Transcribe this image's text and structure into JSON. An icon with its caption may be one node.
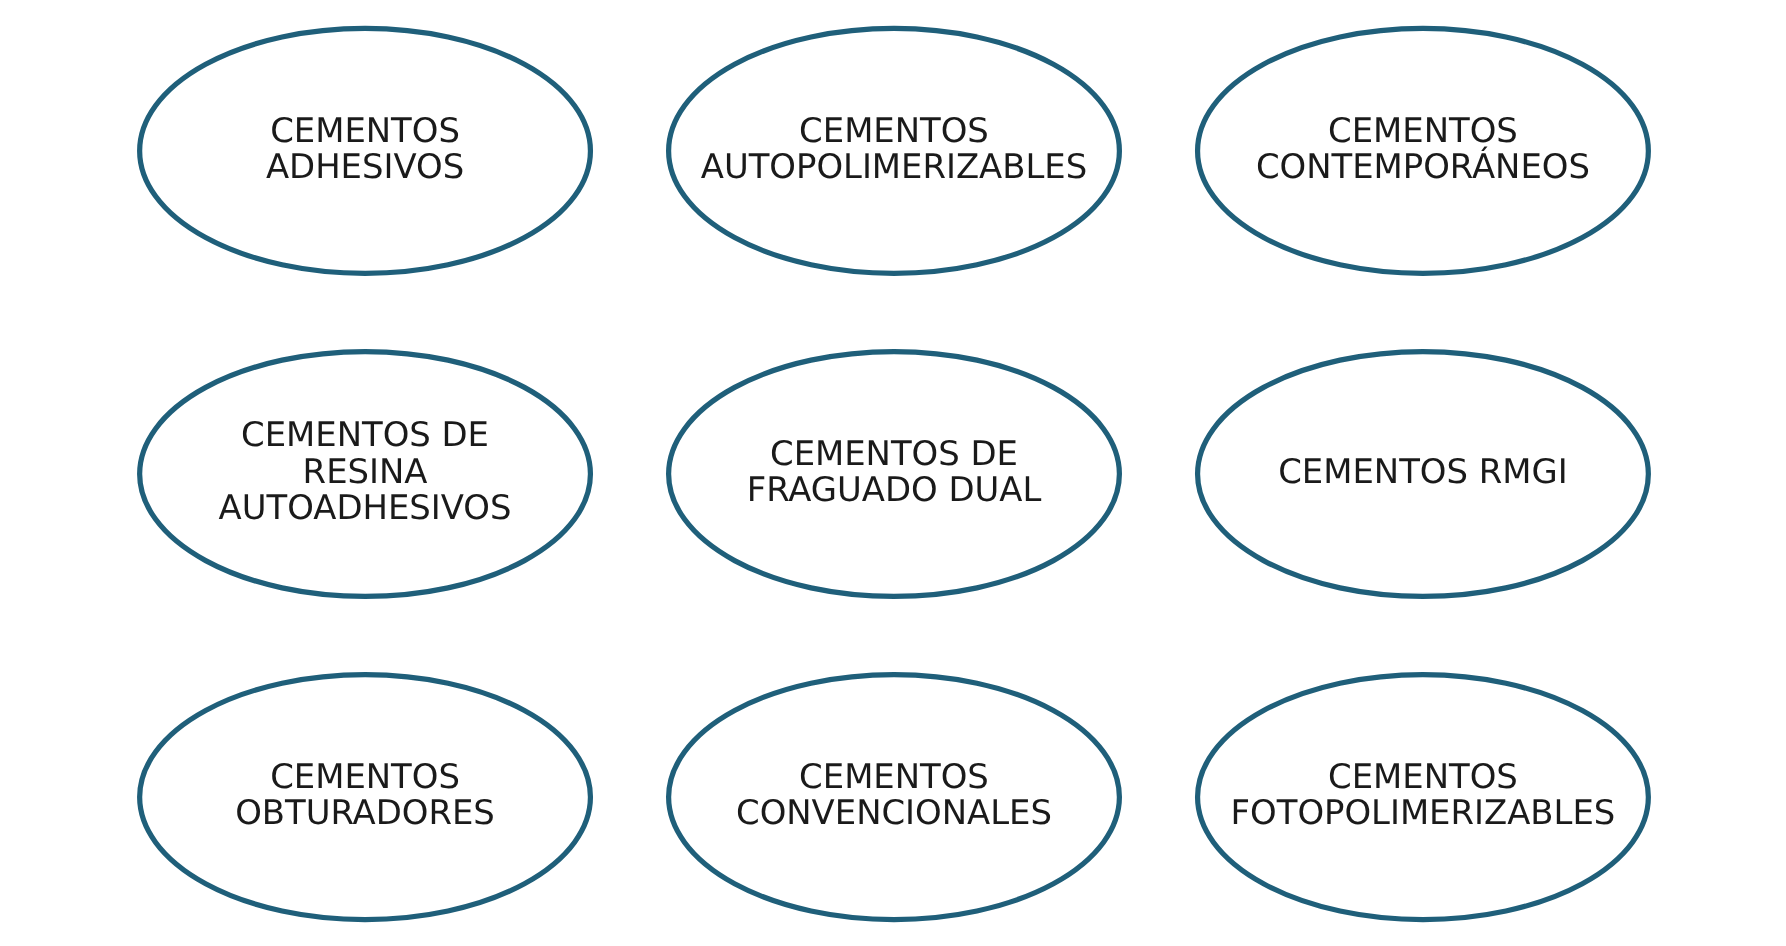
{
  "diagram": {
    "nodes": [
      {
        "text": [
          "CEMENTOS ADHESIVOS"
        ]
      },
      {
        "text": [
          "CEMENTOS AUTOPOLIMERIZABLES"
        ]
      },
      {
        "text": [
          "CEMENTOS CONTEMPORÁNEOS"
        ]
      },
      {
        "text": [
          "CEMENTOS DE RESINA AUTOADHESIVOS"
        ]
      },
      {
        "text": [
          "CEMENTOS DE FRAGUADO DUAL"
        ]
      },
      {
        "text": [
          "CEMENTOS RMGI"
        ]
      },
      {
        "text": [
          "CEMENTOS OBTURADORES"
        ]
      },
      {
        "text": [
          "CEMENTOS CONVENCIONALES"
        ]
      },
      {
        "text": [
          "CEMENTOS FOTOPOLIMERIZABLES"
        ]
      }
    ],
    "edges": []
  }
}
